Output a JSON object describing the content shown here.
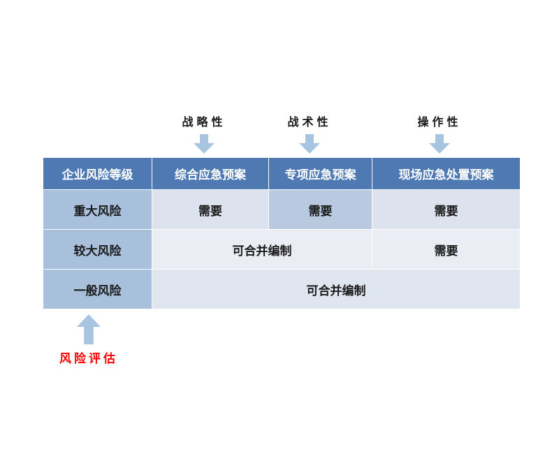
{
  "top_labels": [
    {
      "text": "战略性"
    },
    {
      "text": "战术性"
    },
    {
      "text": "操作性"
    }
  ],
  "table": {
    "header": [
      "企业风险等级",
      "综合应急预案",
      "专项应急预案",
      "现场应急处置预案"
    ],
    "rows": [
      {
        "level": "重大风险",
        "cells": [
          "需要",
          "需要",
          "需要"
        ]
      },
      {
        "level": "较大风险",
        "merged": "可合并编制",
        "cell": "需要"
      },
      {
        "level": "一般风险",
        "merged": "可合并编制"
      }
    ]
  },
  "bottom_label": "风险评估",
  "colors": {
    "header-bg": "#4e79b2",
    "header-text": "#ffffff",
    "level-bg": "#a9c0dd",
    "cell-light": "#dce3ee",
    "cell-lighter": "#eaedf4",
    "cell-mid": "#e0e6f0",
    "cell-highlight": "#b9c9df",
    "arrow": "#a8c4e0",
    "accent-red": "#ff0000",
    "text": "#1a1a1a"
  }
}
